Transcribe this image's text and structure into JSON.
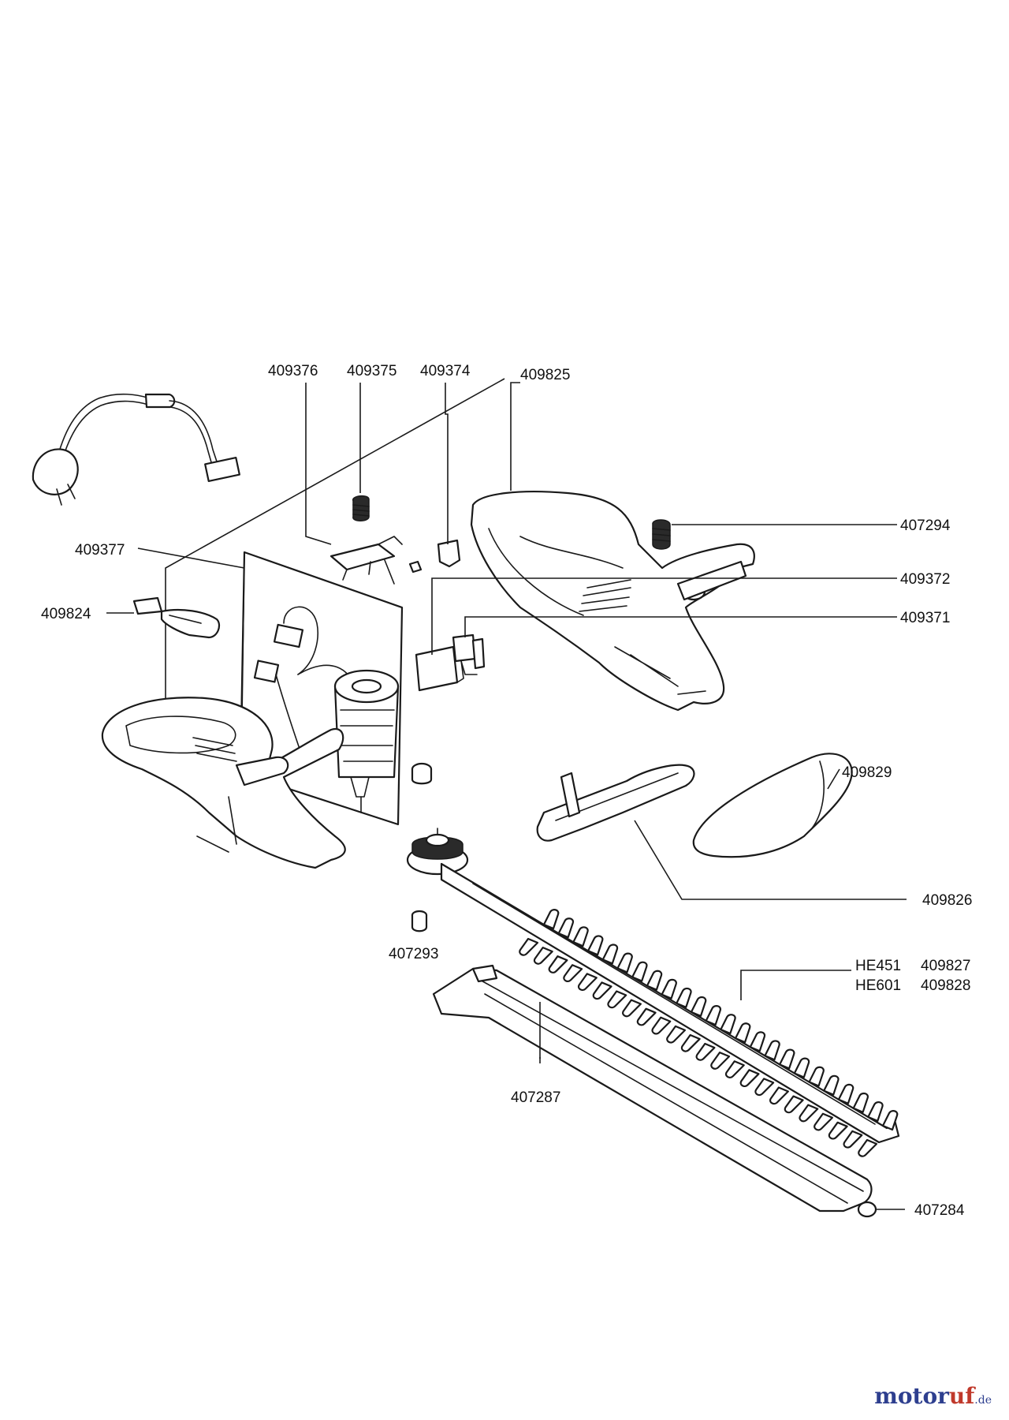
{
  "diagram": {
    "part_labels": {
      "p409376": "409376",
      "p409375": "409375",
      "p409374": "409374",
      "p409825": "409825",
      "p407294": "407294",
      "p409377": "409377",
      "p409372": "409372",
      "p409824": "409824",
      "p409371": "409371",
      "p409829": "409829",
      "p409826": "409826",
      "p407293": "407293",
      "he451": "HE451",
      "p409827": "409827",
      "he601": "HE601",
      "p409828": "409828",
      "p407287": "407287",
      "p407284": "407284"
    }
  },
  "watermark": {
    "part1": "motor",
    "part2": "uf",
    "suffix": ".de"
  }
}
